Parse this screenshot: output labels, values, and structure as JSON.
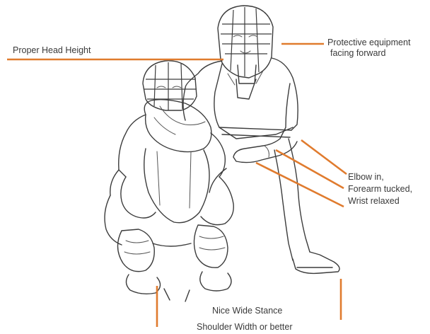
{
  "labels": {
    "head_height": "Proper Head Height",
    "equipment_line1": "Protective equipment",
    "equipment_line2": "facing forward",
    "arm_line1": "Elbow in,",
    "arm_line2": "Forearm tucked,",
    "arm_line3": "Wrist relaxed",
    "stance_line1": "Nice Wide Stance",
    "stance_line2": "Shoulder Width or better"
  },
  "colors": {
    "pointer": "#e07b2e",
    "ink": "#3c3c3c",
    "text": "#3a3a3a",
    "background": "#ffffff"
  }
}
